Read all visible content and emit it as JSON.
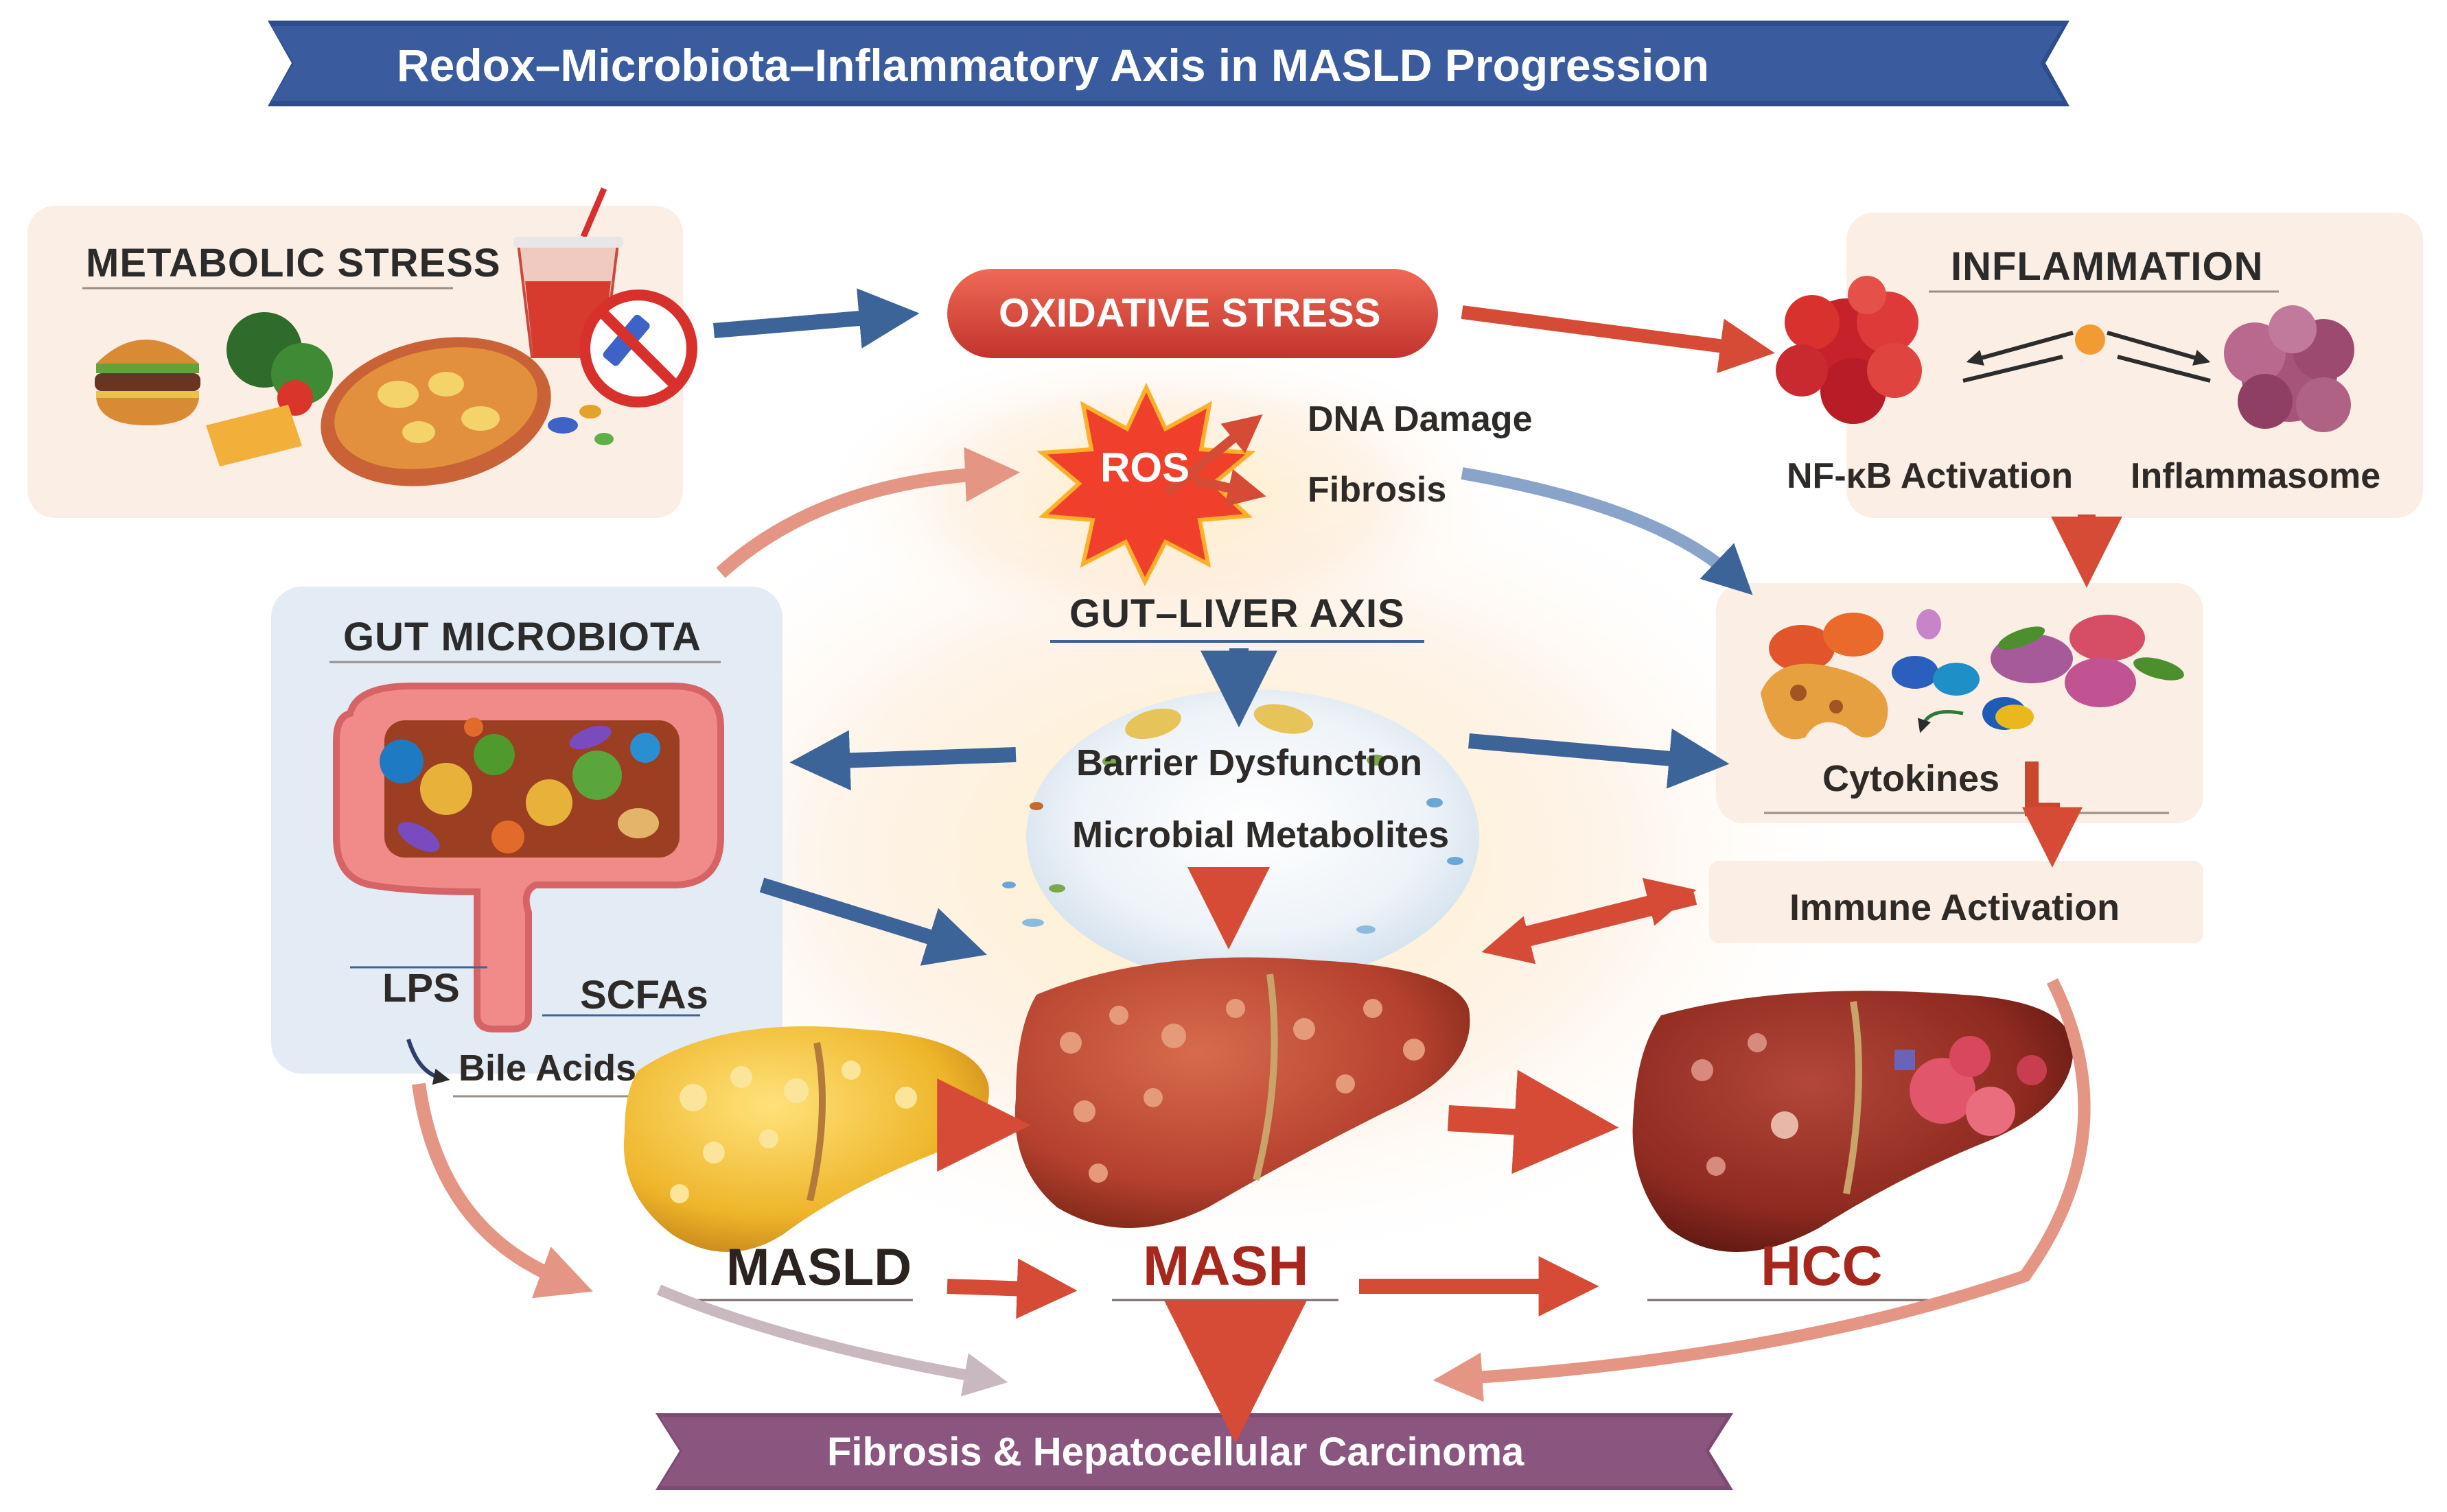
{
  "title": "Redox–Microbiota–Inflammatory Axis in MASLD Progression",
  "metabolic_stress": {
    "heading": "METABOLIC STRESS"
  },
  "oxidative_stress": {
    "label": "OXIDATIVE STRESS"
  },
  "ros": {
    "label": "ROS",
    "effects": [
      "DNA Damage",
      "Fibrosis"
    ]
  },
  "inflammation": {
    "heading": "INFLAMMATION",
    "nfkb_label": "NF-κB Activation",
    "inflammasome_label": "Inflammasome"
  },
  "gut_microbiota": {
    "heading": "GUT MICROBIOTA",
    "lps_label": "LPS",
    "scfa_label": "SCFAs",
    "bile_label": "Bile Acids"
  },
  "gut_liver_axis": {
    "heading": "GUT–LIVER AXIS",
    "items": [
      "Barrier Dysfunction",
      "Microbial Metabolites"
    ]
  },
  "cytokines": {
    "label": "Cytokines"
  },
  "immune_activation": {
    "label": "Immune Activation"
  },
  "stages": {
    "masld": "MASLD",
    "mash": "MASH",
    "hcc": "HCC"
  },
  "outcome": {
    "label": "Fibrosis & Hepatocellular Carcinoma"
  },
  "colors": {
    "title_banner": "#2f4d8a",
    "outcome_banner": "#7d4a72",
    "oxidative_pill": "#d7403a",
    "red_arrow": "#d64b36",
    "blue_arrow": "#3d6498",
    "masld_liver": "#eeb52a",
    "mash_liver": "#b4402e",
    "hcc_liver": "#8e2a20",
    "panel_bg": "#fbeee4",
    "gut_panel_bg": "#e3ebf5"
  }
}
